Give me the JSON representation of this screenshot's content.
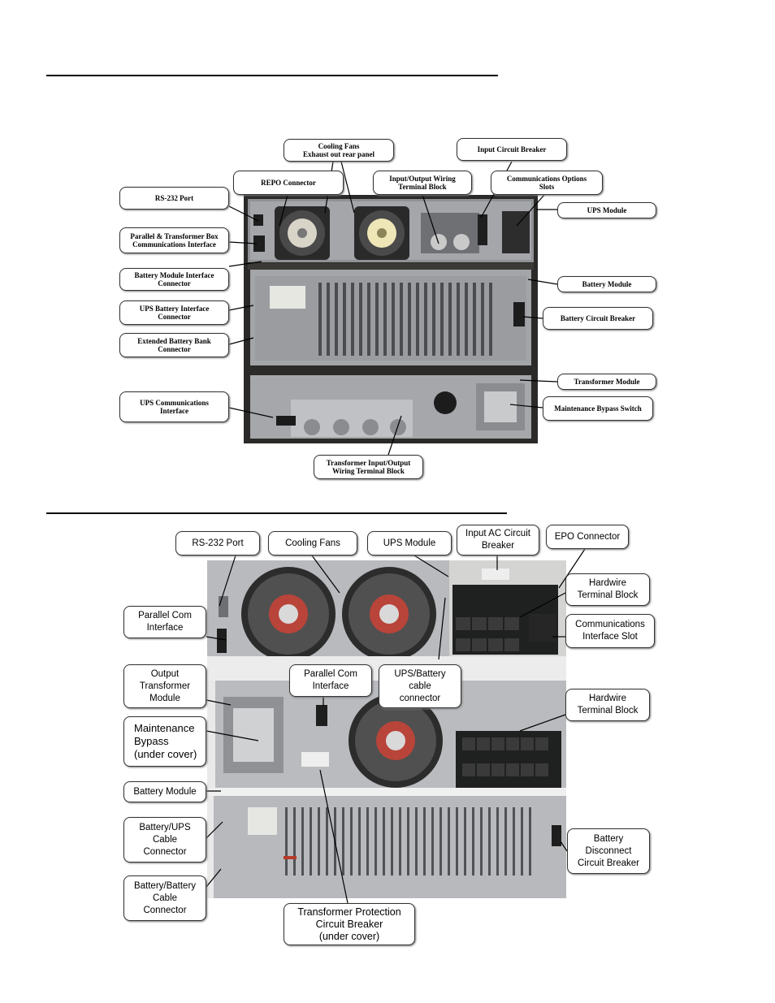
{
  "figure1": {
    "callouts": [
      {
        "id": "cooling-fans",
        "text": "Cooling Fans\nExhaust out rear panel"
      },
      {
        "id": "input-circuit-breaker",
        "text": "Input Circuit Breaker"
      },
      {
        "id": "repo-connector",
        "text": "REPO Connector"
      },
      {
        "id": "io-wiring-terminal-block",
        "text": "Input/Output Wiring\nTerminal Block"
      },
      {
        "id": "communications-options-slots",
        "text": "Communications Options\nSlots"
      },
      {
        "id": "rs232-port",
        "text": "RS-232 Port"
      },
      {
        "id": "ups-module",
        "text": "UPS Module"
      },
      {
        "id": "parallel-transformer-comm",
        "text": "Parallel & Transformer Box\nCommunications Interface"
      },
      {
        "id": "battery-module-interface-connector",
        "text": "Battery Module Interface\nConnector"
      },
      {
        "id": "battery-module",
        "text": "Battery Module"
      },
      {
        "id": "ups-battery-interface-connector",
        "text": "UPS Battery Interface\nConnector"
      },
      {
        "id": "battery-circuit-breaker",
        "text": "Battery Circuit Breaker"
      },
      {
        "id": "extended-battery-bank-connector",
        "text": "Extended Battery Bank\nConnector"
      },
      {
        "id": "transformer-module",
        "text": "Transformer Module"
      },
      {
        "id": "ups-communications-interface",
        "text": "UPS Communications\nInterface"
      },
      {
        "id": "maintenance-bypass-switch",
        "text": "Maintenance Bypass Switch"
      },
      {
        "id": "transformer-io-wiring-terminal-block",
        "text": "Transformer Input/Output\nWiring Terminal Block"
      }
    ]
  },
  "figure2": {
    "callouts": [
      {
        "id": "rs232-port",
        "text": "RS-232 Port"
      },
      {
        "id": "cooling-fans",
        "text": "Cooling Fans"
      },
      {
        "id": "ups-module",
        "text": "UPS Module"
      },
      {
        "id": "input-ac-circuit-breaker",
        "text": "Input AC Circuit\nBreaker"
      },
      {
        "id": "epo-connector",
        "text": "EPO Connector"
      },
      {
        "id": "hardwire-terminal-block-1",
        "text": "Hardwire\nTerminal Block"
      },
      {
        "id": "parallel-com-interface-1",
        "text": "Parallel Com\nInterface"
      },
      {
        "id": "communications-interface-slot",
        "text": "Communications\nInterface Slot"
      },
      {
        "id": "output-transformer-module",
        "text": "Output\nTransformer\nModule"
      },
      {
        "id": "parallel-com-interface-2",
        "text": "Parallel Com\nInterface"
      },
      {
        "id": "ups-battery-cable-connector",
        "text": "UPS/Battery\ncable\nconnector"
      },
      {
        "id": "hardwire-terminal-block-2",
        "text": "Hardwire\nTerminal Block"
      },
      {
        "id": "maintenance-bypass",
        "text": "Maintenance\nBypass\n(under cover)"
      },
      {
        "id": "battery-module",
        "text": "Battery Module"
      },
      {
        "id": "battery-ups-cable-connector",
        "text": "Battery/UPS\nCable\nConnector"
      },
      {
        "id": "battery-disconnect-circuit-breaker",
        "text": "Battery\nDisconnect\nCircuit Breaker"
      },
      {
        "id": "battery-battery-cable-connector",
        "text": "Battery/Battery\nCable\nConnector"
      },
      {
        "id": "transformer-protection-circuit-breaker",
        "text": "Transformer Protection\nCircuit Breaker\n(under cover)"
      }
    ]
  },
  "colors": {
    "photo_dark": "#2b2a28",
    "panel_gray": "#9a9ca0",
    "panel_light": "#c7c8ca",
    "accent_red": "#b83a2a"
  }
}
